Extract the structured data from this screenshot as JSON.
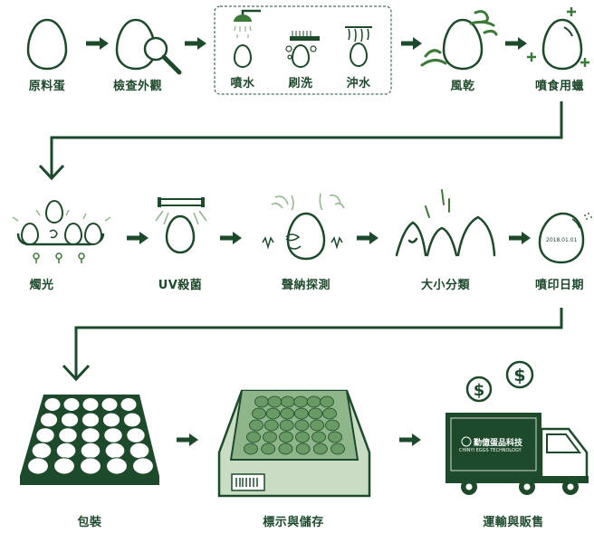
{
  "colors": {
    "primary": "#1e4a2c",
    "accent": "#3d7a3a",
    "light": "#8fb58a",
    "pale": "#c9dcc4"
  },
  "steps": {
    "raw_egg": "原料蛋",
    "inspect": "檢查外觀",
    "spray_water": "噴水",
    "brush": "刷洗",
    "rinse": "沖水",
    "dry": "風乾",
    "wax": "噴食用蠟",
    "candling": "燭光",
    "uv": "UV殺菌",
    "sonar": "聲納探測",
    "sort": "大小分類",
    "date_print": "噴印日期",
    "pack": "包裝",
    "label_store": "標示與儲存",
    "ship_sell": "運輸與販售"
  },
  "egg_date": "2018.01.01",
  "truck": {
    "brand": "勤億蛋品科技",
    "brand_en": "CHINYI EGGS TECHNOLOGY"
  },
  "icons": [
    "egg-icon",
    "magnifier-icon",
    "shower-icon",
    "brush-icon",
    "rinse-icon",
    "wind-icon",
    "sparkle-icon",
    "candle-light-icon",
    "uv-lamp-icon",
    "sound-wave-icon",
    "date-stamp-icon",
    "egg-tray-icon",
    "storage-box-icon",
    "truck-icon",
    "dollar-coin-icon"
  ]
}
